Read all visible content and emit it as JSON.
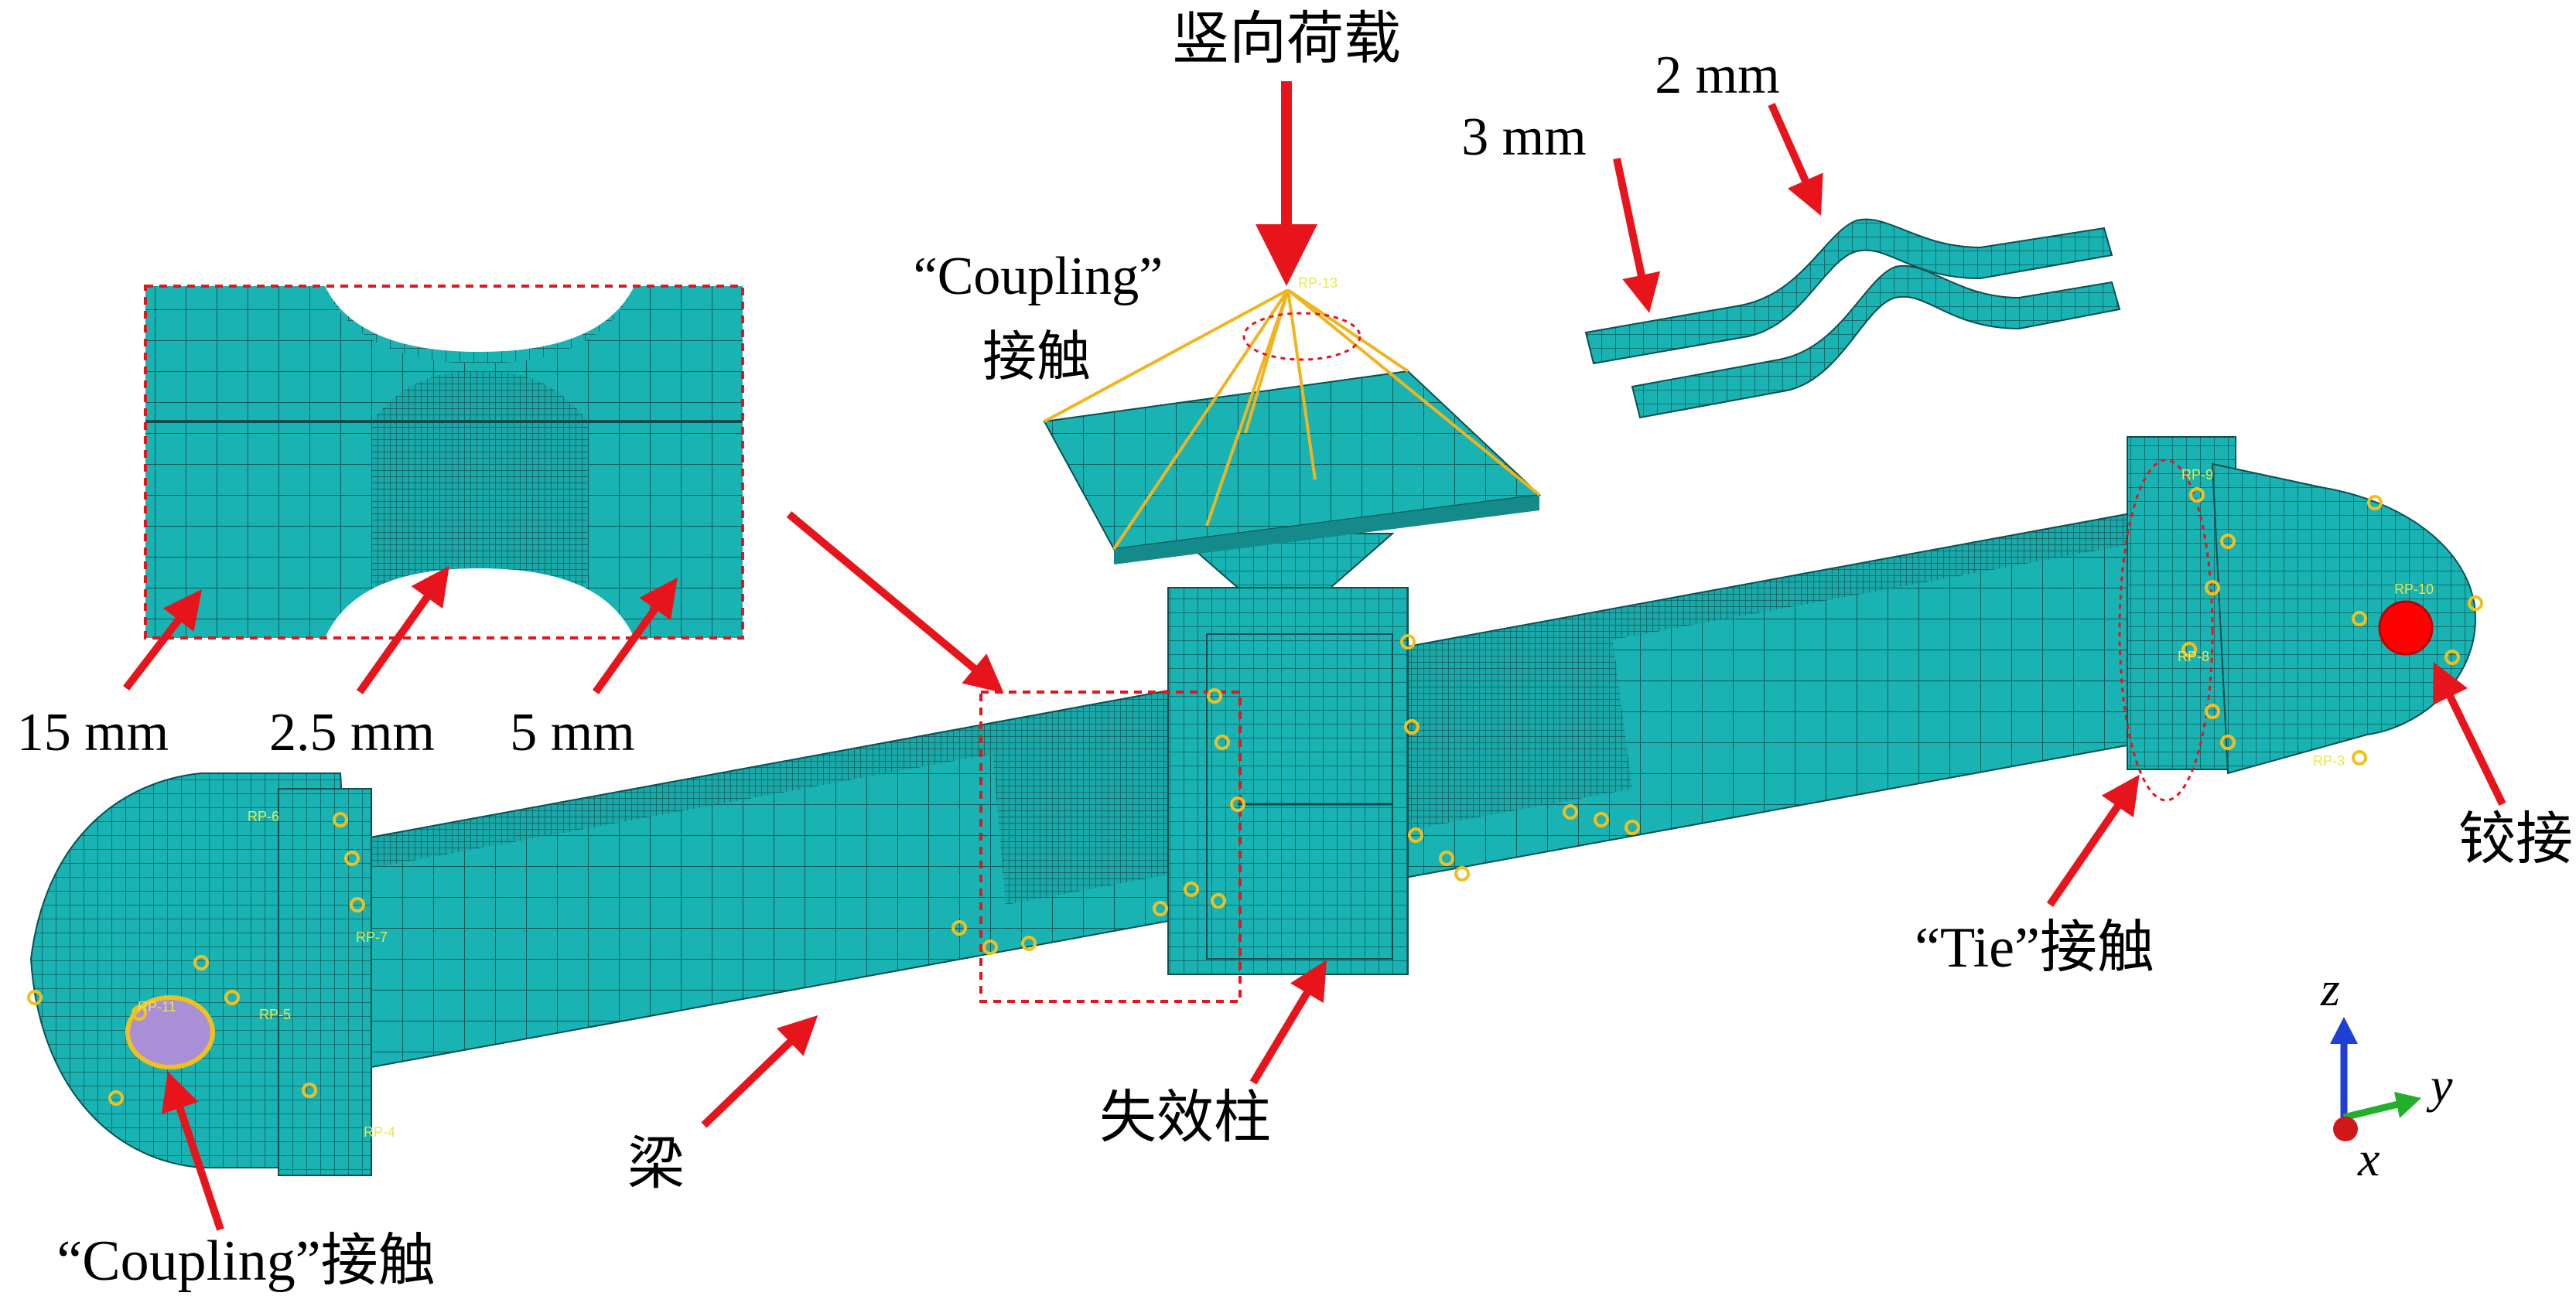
{
  "labels": {
    "vertical_load": "竖向荷载",
    "coupling_top": "“Coupling”",
    "contact_top": "接触",
    "size_3mm": "3 mm",
    "size_2mm": "2 mm",
    "size_15mm": "15 mm",
    "size_2_5mm": "2.5 mm",
    "size_5mm": "5 mm",
    "hinge": "铰接",
    "tie_contact": "“Tie”接触",
    "beam": "梁",
    "failed_column": "失效柱",
    "coupling_bottom": "“Coupling”接触"
  },
  "rp_labels": {
    "rp13": "RP-13",
    "rp11": "RP-11",
    "rp10": "RP-10",
    "rp7": "RP-7",
    "rp6": "RP-6",
    "rp5": "RP-5",
    "rp9": "RP-9",
    "rp4": "RP-4",
    "rp3": "RP-3",
    "rp8": "RP-8"
  },
  "axes": {
    "z": "z",
    "y": "y",
    "x": "x"
  },
  "colors": {
    "mesh": "#1ab3b3",
    "mesh_line": "#0b4f4f",
    "arrow": "#e8141c",
    "coupling_line": "#f0b41e",
    "marker": "#f0c020",
    "axis_z": "#1f3fd6",
    "axis_y": "#22b02a",
    "axis_x": "#d01818"
  }
}
